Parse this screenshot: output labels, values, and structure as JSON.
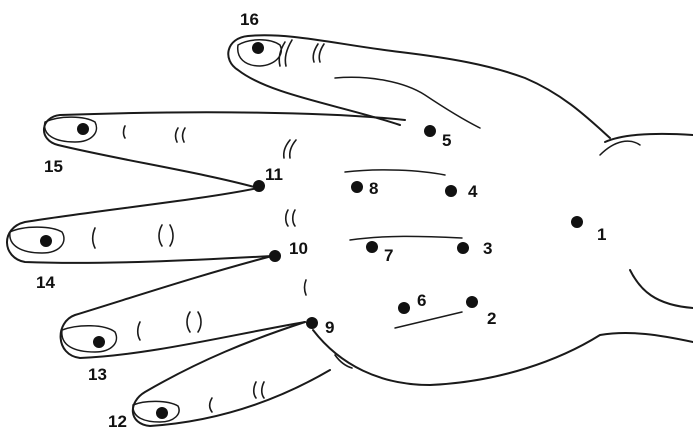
{
  "points": [
    {
      "id": "1",
      "label": "1"
    },
    {
      "id": "2",
      "label": "2"
    },
    {
      "id": "3",
      "label": "3"
    },
    {
      "id": "4",
      "label": "4"
    },
    {
      "id": "5",
      "label": "5"
    },
    {
      "id": "6",
      "label": "6"
    },
    {
      "id": "7",
      "label": "7"
    },
    {
      "id": "8",
      "label": "8"
    },
    {
      "id": "9",
      "label": "9"
    },
    {
      "id": "10",
      "label": "10"
    },
    {
      "id": "11",
      "label": "11"
    },
    {
      "id": "12",
      "label": "12"
    },
    {
      "id": "13",
      "label": "13"
    },
    {
      "id": "14",
      "label": "14"
    },
    {
      "id": "15",
      "label": "15"
    },
    {
      "id": "16",
      "label": "16"
    }
  ],
  "colors": {
    "ink": "#111111",
    "background": "#ffffff"
  }
}
